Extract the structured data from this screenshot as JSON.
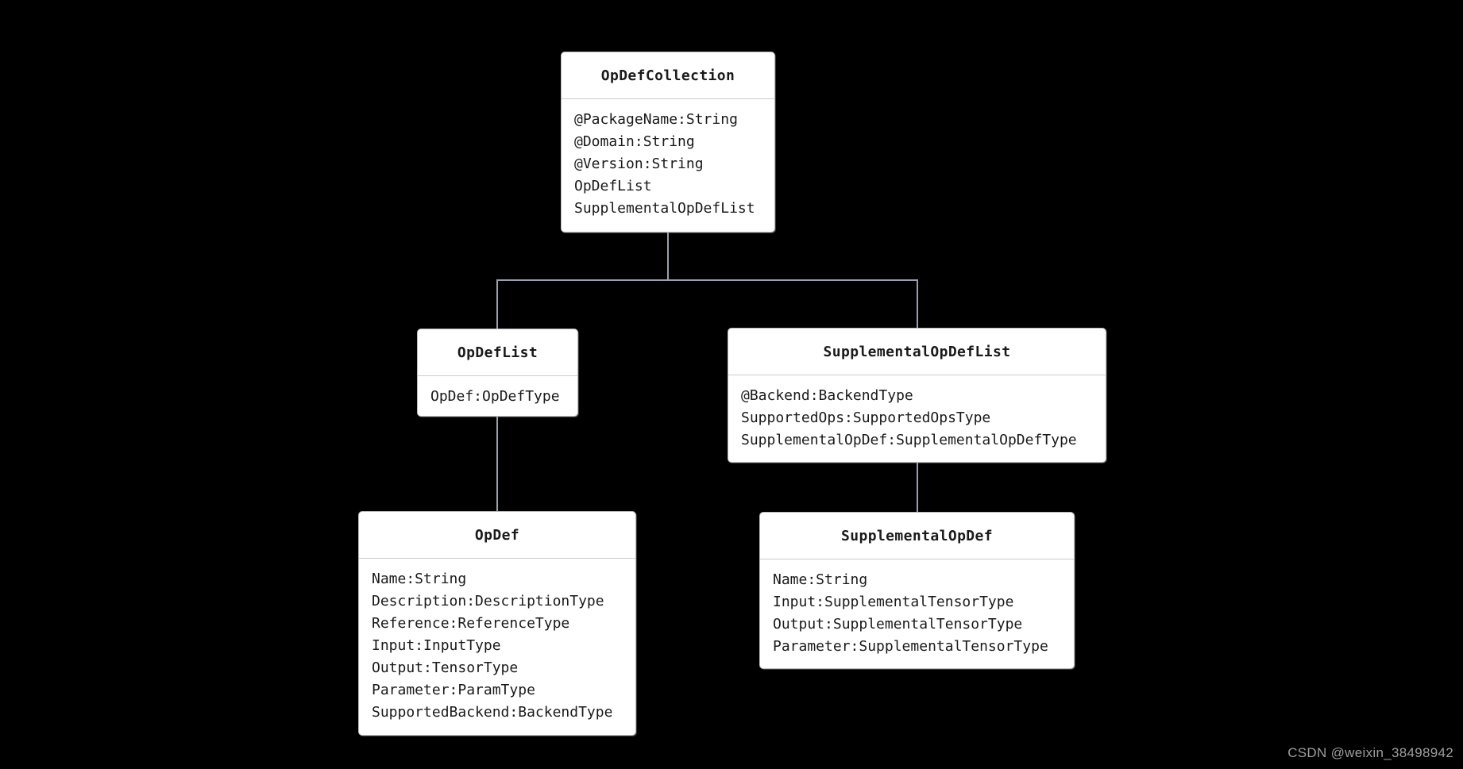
{
  "diagram": {
    "type": "xml-schema-class-hierarchy",
    "nodes": [
      {
        "id": "opdefcollection",
        "title": "OpDefCollection",
        "attributes": [
          "@PackageName:String",
          "@Domain:String",
          "@Version:String",
          "OpDefList",
          "SupplementalOpDefList"
        ]
      },
      {
        "id": "opdeflist",
        "title": "OpDefList",
        "attributes": [
          "OpDef:OpDefType"
        ]
      },
      {
        "id": "supplementalopdeflist",
        "title": "SupplementalOpDefList",
        "attributes": [
          "@Backend:BackendType",
          "SupportedOps:SupportedOpsType",
          "SupplementalOpDef:SupplementalOpDefType"
        ]
      },
      {
        "id": "opdef",
        "title": "OpDef",
        "attributes": [
          "Name:String",
          "Description:DescriptionType",
          "Reference:ReferenceType",
          "Input:InputType",
          "Output:TensorType",
          "Parameter:ParamType",
          "SupportedBackend:BackendType"
        ]
      },
      {
        "id": "supplementalopdef",
        "title": "SupplementalOpDef",
        "attributes": [
          "Name:String",
          "Input:SupplementalTensorType",
          "Output:SupplementalTensorType",
          "Parameter:SupplementalTensorType"
        ]
      }
    ],
    "edges": [
      {
        "from": "OpDefCollection",
        "to": "OpDefList"
      },
      {
        "from": "OpDefCollection",
        "to": "SupplementalOpDefList"
      },
      {
        "from": "OpDefList",
        "to": "OpDef"
      },
      {
        "from": "SupplementalOpDefList",
        "to": "SupplementalOpDef"
      }
    ],
    "colors": {
      "background": "#000000",
      "node_bg": "#ffffff",
      "node_border": "#b9b9b9",
      "node_divider": "#cccccc",
      "text": "#1a1a1a",
      "connector": "#9aa0ad",
      "watermark": "#9e9e9e"
    }
  },
  "watermark": {
    "text": "CSDN @weixin_38498942"
  }
}
